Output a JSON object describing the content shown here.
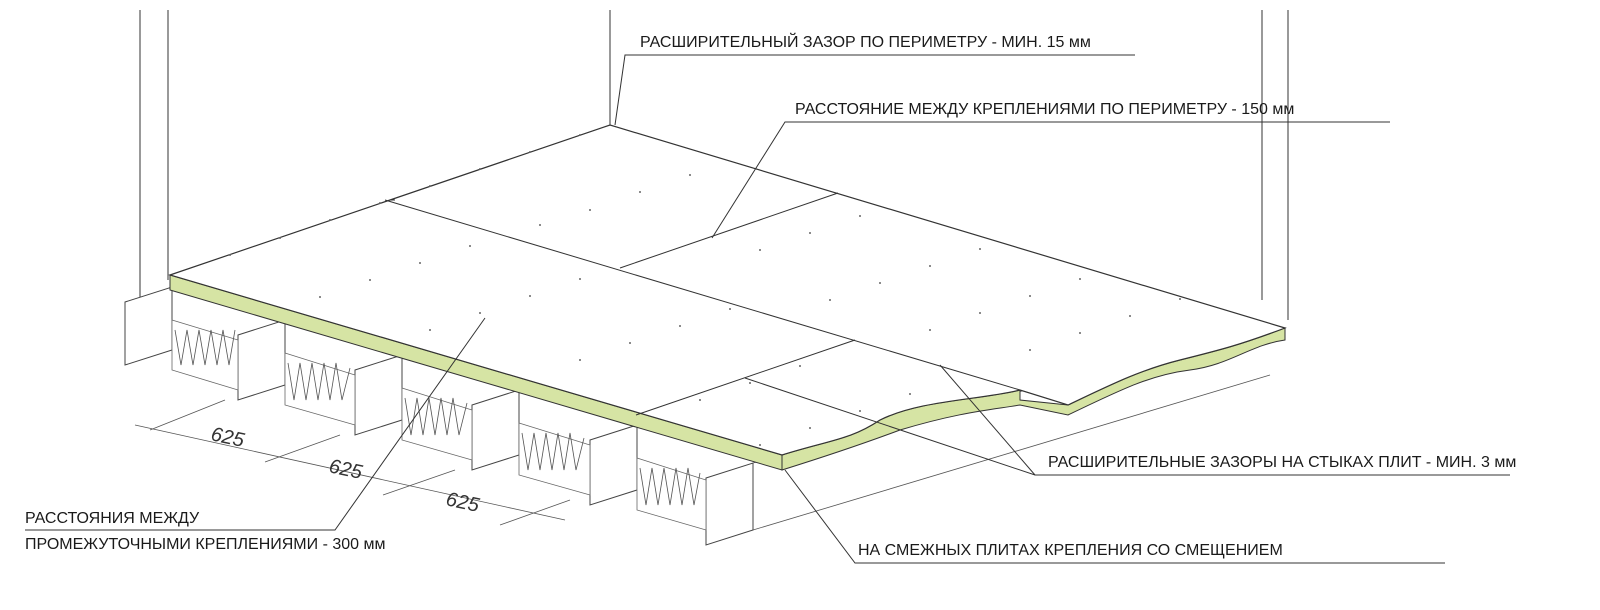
{
  "labels": {
    "perimeter_gap": "РАСШИРИТЕЛЬНЫЙ ЗАЗОР ПО ПЕРИМЕТРУ - МИН. 15 мм",
    "perimeter_fastening": "РАССТОЯНИЕ МЕЖДУ КРЕПЛЕНИЯМИ ПО ПЕРИМЕТРУ - 150 мм",
    "joint_gaps": "РАСШИРИТЕЛЬНЫЕ ЗАЗОРЫ НА СТЫКАХ ПЛИТ - МИН. 3 мм",
    "offset_fastening": "НА СМЕЖНЫХ ПЛИТАХ КРЕПЛЕНИЯ СО СМЕЩЕНИЕМ",
    "intermediate_line1": "РАССТОЯНИЯ МЕЖДУ",
    "intermediate_line2": "ПРОМЕЖУТОЧНЫМИ КРЕПЛЕНИЯМИ - 300 мм"
  },
  "dimensions": [
    "625",
    "625",
    "625"
  ],
  "colors": {
    "board_edge": "#d6e4a4",
    "line": "#333333"
  }
}
